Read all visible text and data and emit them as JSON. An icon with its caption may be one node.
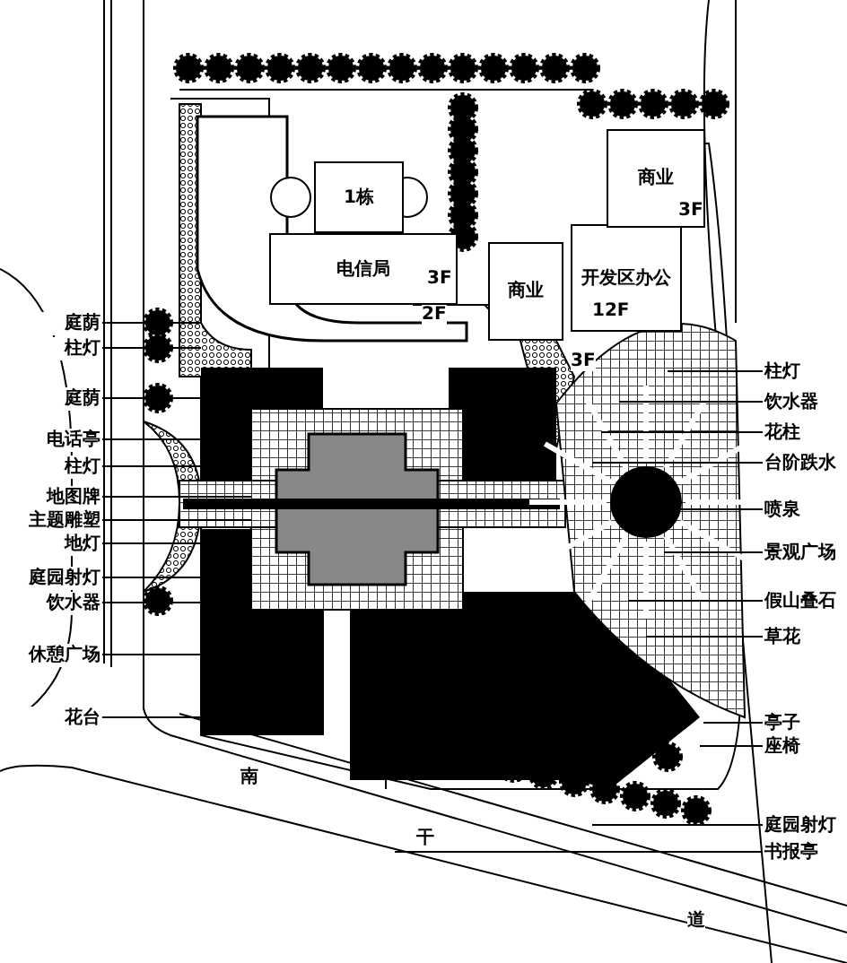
{
  "diagram": {
    "nodes": [
      {
        "text": [
          "电信局"
        ]
      },
      {
        "text": [
          "1栋"
        ]
      },
      {
        "text": [
          "商业"
        ]
      },
      {
        "text": [
          "开发区办公"
        ]
      },
      {
        "text": [
          "商业"
        ]
      },
      {
        "text": [
          "庭荫"
        ]
      },
      {
        "text": [
          "柱灯"
        ]
      },
      {
        "text": [
          "庭荫"
        ]
      },
      {
        "text": [
          "电话亭"
        ]
      },
      {
        "text": [
          "柱灯"
        ]
      },
      {
        "text": [
          "地图牌"
        ]
      },
      {
        "text": [
          "主题雕塑"
        ]
      },
      {
        "text": [
          "地灯"
        ]
      },
      {
        "text": [
          "庭园射灯"
        ]
      },
      {
        "text": [
          "饮水器"
        ]
      },
      {
        "text": [
          "休憩广场"
        ]
      },
      {
        "text": [
          "花台"
        ]
      },
      {
        "text": [
          "柱灯"
        ]
      },
      {
        "text": [
          "饮水器"
        ]
      },
      {
        "text": [
          "花柱"
        ]
      },
      {
        "text": [
          "台阶跌水"
        ]
      },
      {
        "text": [
          "喷泉"
        ]
      },
      {
        "text": [
          "景观广场"
        ]
      },
      {
        "text": [
          "假山叠石"
        ]
      },
      {
        "text": [
          "草花"
        ]
      },
      {
        "text": [
          "亭子"
        ]
      },
      {
        "text": [
          "座椅"
        ]
      },
      {
        "text": [
          "庭园射灯"
        ]
      },
      {
        "text": [
          "书报亭"
        ]
      }
    ],
    "edges": [
      {
        "from": 5,
        "to": null,
        "arrow": "none"
      },
      {
        "from": 6,
        "to": null,
        "arrow": "none"
      },
      {
        "from": 7,
        "to": null,
        "arrow": "none"
      },
      {
        "from": 8,
        "to": null,
        "arrow": "none"
      },
      {
        "from": 9,
        "to": null,
        "arrow": "none"
      },
      {
        "from": 10,
        "to": null,
        "arrow": "none"
      },
      {
        "from": 11,
        "to": null,
        "arrow": "none"
      },
      {
        "from": 12,
        "to": null,
        "arrow": "none"
      },
      {
        "from": 13,
        "to": null,
        "arrow": "none"
      },
      {
        "from": 14,
        "to": null,
        "arrow": "none"
      },
      {
        "from": 15,
        "to": null,
        "arrow": "none"
      },
      {
        "from": 16,
        "to": null,
        "arrow": "none"
      },
      {
        "from": 17,
        "to": null,
        "arrow": "none"
      },
      {
        "from": 18,
        "to": null,
        "arrow": "none"
      },
      {
        "from": 19,
        "to": null,
        "arrow": "none"
      },
      {
        "from": 20,
        "to": null,
        "arrow": "none"
      },
      {
        "from": 21,
        "to": null,
        "arrow": "none"
      },
      {
        "from": 22,
        "to": null,
        "arrow": "none"
      },
      {
        "from": 23,
        "to": null,
        "arrow": "none"
      },
      {
        "from": 24,
        "to": null,
        "arrow": "none"
      },
      {
        "from": 25,
        "to": null,
        "arrow": "none"
      },
      {
        "from": 26,
        "to": null,
        "arrow": "none"
      },
      {
        "from": 27,
        "to": null,
        "arrow": "none"
      },
      {
        "from": 28,
        "to": null,
        "arrow": "none"
      }
    ],
    "labels": [
      "3F",
      "2F",
      "3F",
      "12F",
      "3F",
      "南",
      "干",
      "道"
    ]
  }
}
